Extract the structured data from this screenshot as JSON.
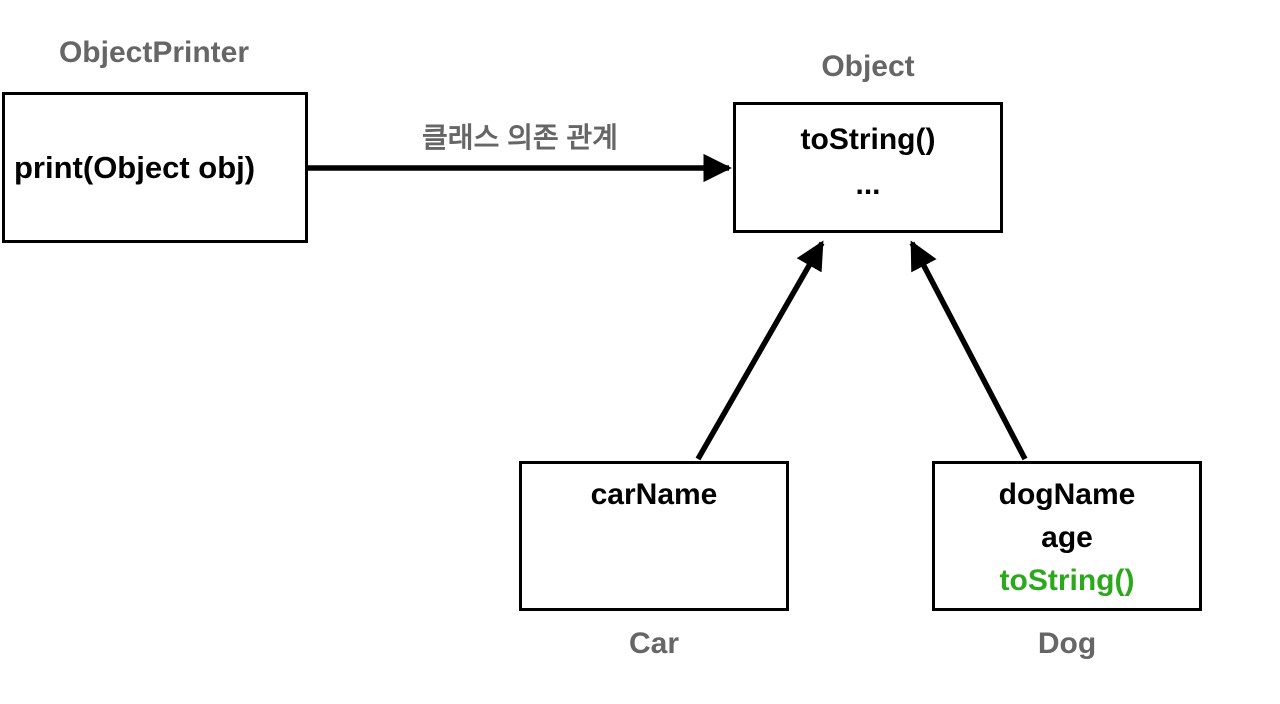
{
  "diagram": {
    "object_printer": {
      "title": "ObjectPrinter",
      "method": "print(Object obj)"
    },
    "dependency_label": "클래스 의존 관계",
    "object_class": {
      "title": "Object",
      "member_1": "toString()",
      "member_2": "..."
    },
    "car_class": {
      "title": "Car",
      "member_1": "carName"
    },
    "dog_class": {
      "title": "Dog",
      "member_1": "dogName",
      "member_2": "age",
      "member_3_overridden": "toString()"
    },
    "colors": {
      "background": "#ffffff",
      "box_border": "#000000",
      "member_text": "#000000",
      "label_gray": "#666666",
      "override_green": "#2ca81c",
      "arrow": "#000000"
    }
  }
}
